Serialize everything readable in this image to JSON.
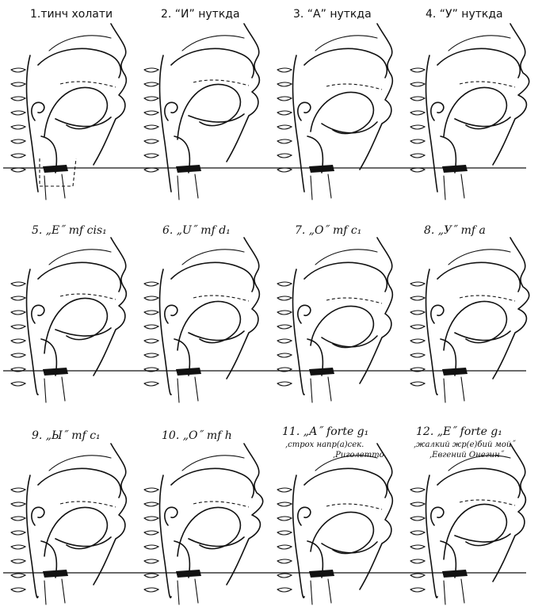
{
  "figure": {
    "panels": [
      {
        "id": 1,
        "caption": "1.тинч холати",
        "style": "upright",
        "notes": []
      },
      {
        "id": 2,
        "caption": "2. “И” нуткда",
        "style": "upright",
        "notes": []
      },
      {
        "id": 3,
        "caption": "3. “А” нуткда",
        "style": "upright",
        "notes": []
      },
      {
        "id": 4,
        "caption": "4. “У” нуткда",
        "style": "upright",
        "notes": []
      },
      {
        "id": 5,
        "caption": "5. „Е˝ mf cis₁",
        "style": "italic",
        "notes": []
      },
      {
        "id": 6,
        "caption": "6. „U˝ mf  d₁",
        "style": "italic",
        "notes": []
      },
      {
        "id": 7,
        "caption": "7. „О˝ mf  c₁",
        "style": "italic",
        "notes": []
      },
      {
        "id": 8,
        "caption": "8. „У˝ mf  a",
        "style": "italic",
        "notes": []
      },
      {
        "id": 9,
        "caption": "9. „Ы˝ mf  c₁",
        "style": "italic",
        "notes": []
      },
      {
        "id": 10,
        "caption": "10. „О˝ mf  h",
        "style": "italic",
        "notes": []
      },
      {
        "id": 11,
        "caption": "11. „А˝ forte  g₁",
        "style": "italic",
        "notes": [
          ",строх напр(а)сек.",
          ",Риголетто"
        ]
      },
      {
        "id": 12,
        "caption": "12. „Е˝ forte  g₁",
        "style": "italic",
        "notes": [
          ",жалкий жр(е)бий мой˝",
          ",Евгений Онегин˝"
        ]
      }
    ]
  }
}
